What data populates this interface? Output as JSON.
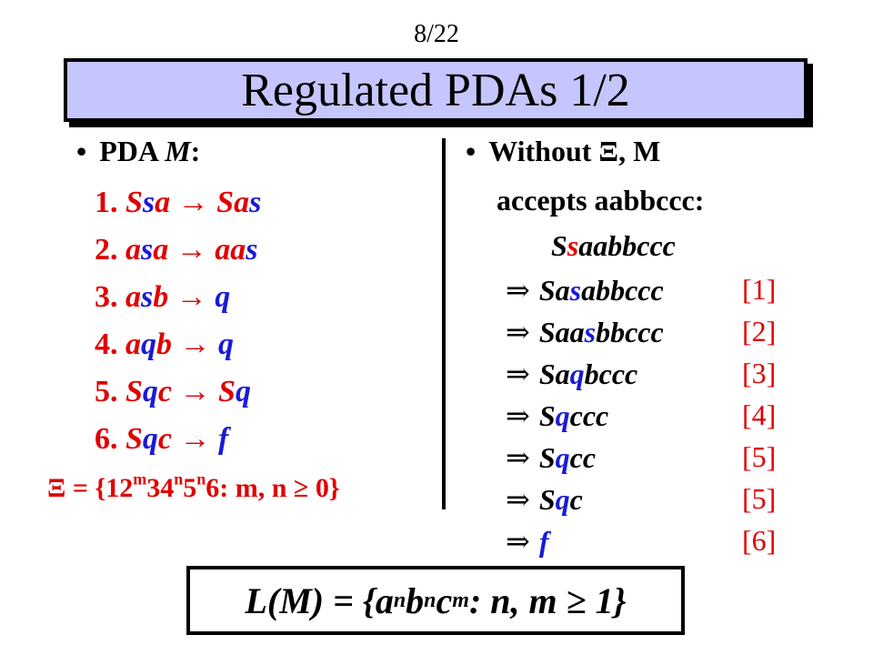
{
  "page_number": "8/22",
  "title": "Regulated PDAs 1/2",
  "left": {
    "bullet_dot": "•",
    "bullet_label": "PDA ",
    "bullet_var": "M",
    "bullet_colon": ":",
    "rules": [
      {
        "num": "1. ",
        "lhs_a": "S",
        "lhs_b": "s",
        "lhs_c": "a",
        "arrow": " → ",
        "rhs_a": "Sa",
        "rhs_b": "s"
      },
      {
        "num": "2. ",
        "lhs_a": "a",
        "lhs_b": "s",
        "lhs_c": "a",
        "arrow": " → ",
        "rhs_a": "aa",
        "rhs_b": "s"
      },
      {
        "num": "3. ",
        "lhs_a": "a",
        "lhs_b": "s",
        "lhs_c": "b",
        "arrow": " → ",
        "rhs_a": "",
        "rhs_b": "q"
      },
      {
        "num": "4. ",
        "lhs_a": "a",
        "lhs_b": "q",
        "lhs_c": "b",
        "arrow": " → ",
        "rhs_a": "",
        "rhs_b": "q"
      },
      {
        "num": "5. ",
        "lhs_a": "S",
        "lhs_b": "q",
        "lhs_c": "c",
        "arrow": " → ",
        "rhs_a": "S",
        "rhs_b": "q"
      },
      {
        "num": "6. ",
        "lhs_a": "S",
        "lhs_b": "q",
        "lhs_c": "c",
        "arrow": " → ",
        "rhs_a": "",
        "rhs_b": "f"
      }
    ],
    "xi_definition": {
      "pre": "Ξ = {12",
      "sup_m": "m",
      "mid1": "34",
      "sup_n1": "n",
      "mid2": "5",
      "sup_n2": "n",
      "post": "6: m, n ≥ 0}"
    }
  },
  "right": {
    "bullet_dot": "•",
    "bullet_line1": "Without Ξ, M",
    "bullet_line2": "accepts aabbccc:",
    "start": {
      "a": "S",
      "b": "s",
      "c": "aabbccc"
    },
    "derivation": [
      {
        "arrow": "⇒",
        "a": "Sa",
        "b": "s",
        "c": "abbccc",
        "ref": "[1]"
      },
      {
        "arrow": "⇒",
        "a": "Saa",
        "b": "s",
        "c": "bbccc",
        "ref": "[2]"
      },
      {
        "arrow": "⇒",
        "a": "Sa",
        "b": "q",
        "c": "bccc",
        "ref": "[3]"
      },
      {
        "arrow": "⇒",
        "a": "S",
        "b": "q",
        "c": "ccc",
        "ref": "[4]"
      },
      {
        "arrow": "⇒",
        "a": "S",
        "b": "q",
        "c": "cc",
        "ref": "[5]"
      },
      {
        "arrow": "⇒",
        "a": "S",
        "b": "q",
        "c": "c",
        "ref": "[5]"
      },
      {
        "arrow": "⇒",
        "a": "",
        "b": "f",
        "c": "",
        "ref": "[6]"
      }
    ]
  },
  "language": {
    "pre": "L(M) = {a",
    "sup1": "n",
    "mid1": "b",
    "sup2": "n",
    "mid2": "c",
    "sup3": "m",
    "post": ": n, m ≥ 1}"
  }
}
